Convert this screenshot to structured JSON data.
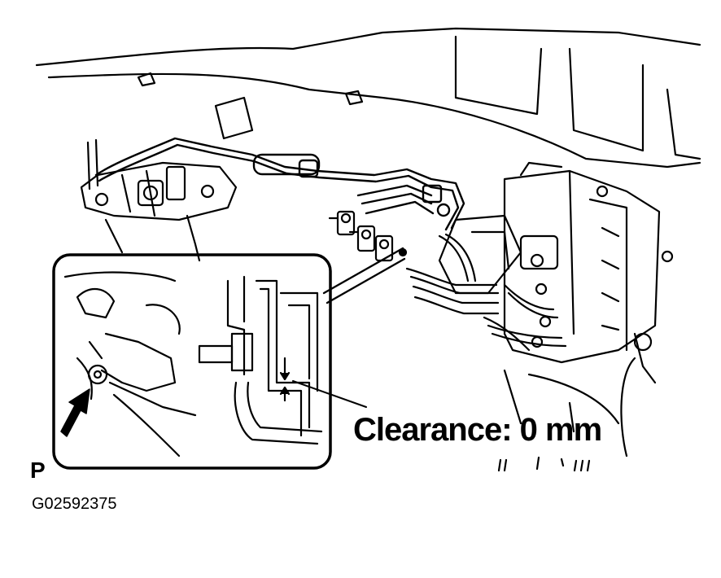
{
  "diagram": {
    "callout_label": "Clearance: 0 mm",
    "view_marker": "P",
    "figure_id": "G02592375"
  },
  "colors": {
    "ink": "#000000",
    "paper": "#ffffff"
  }
}
